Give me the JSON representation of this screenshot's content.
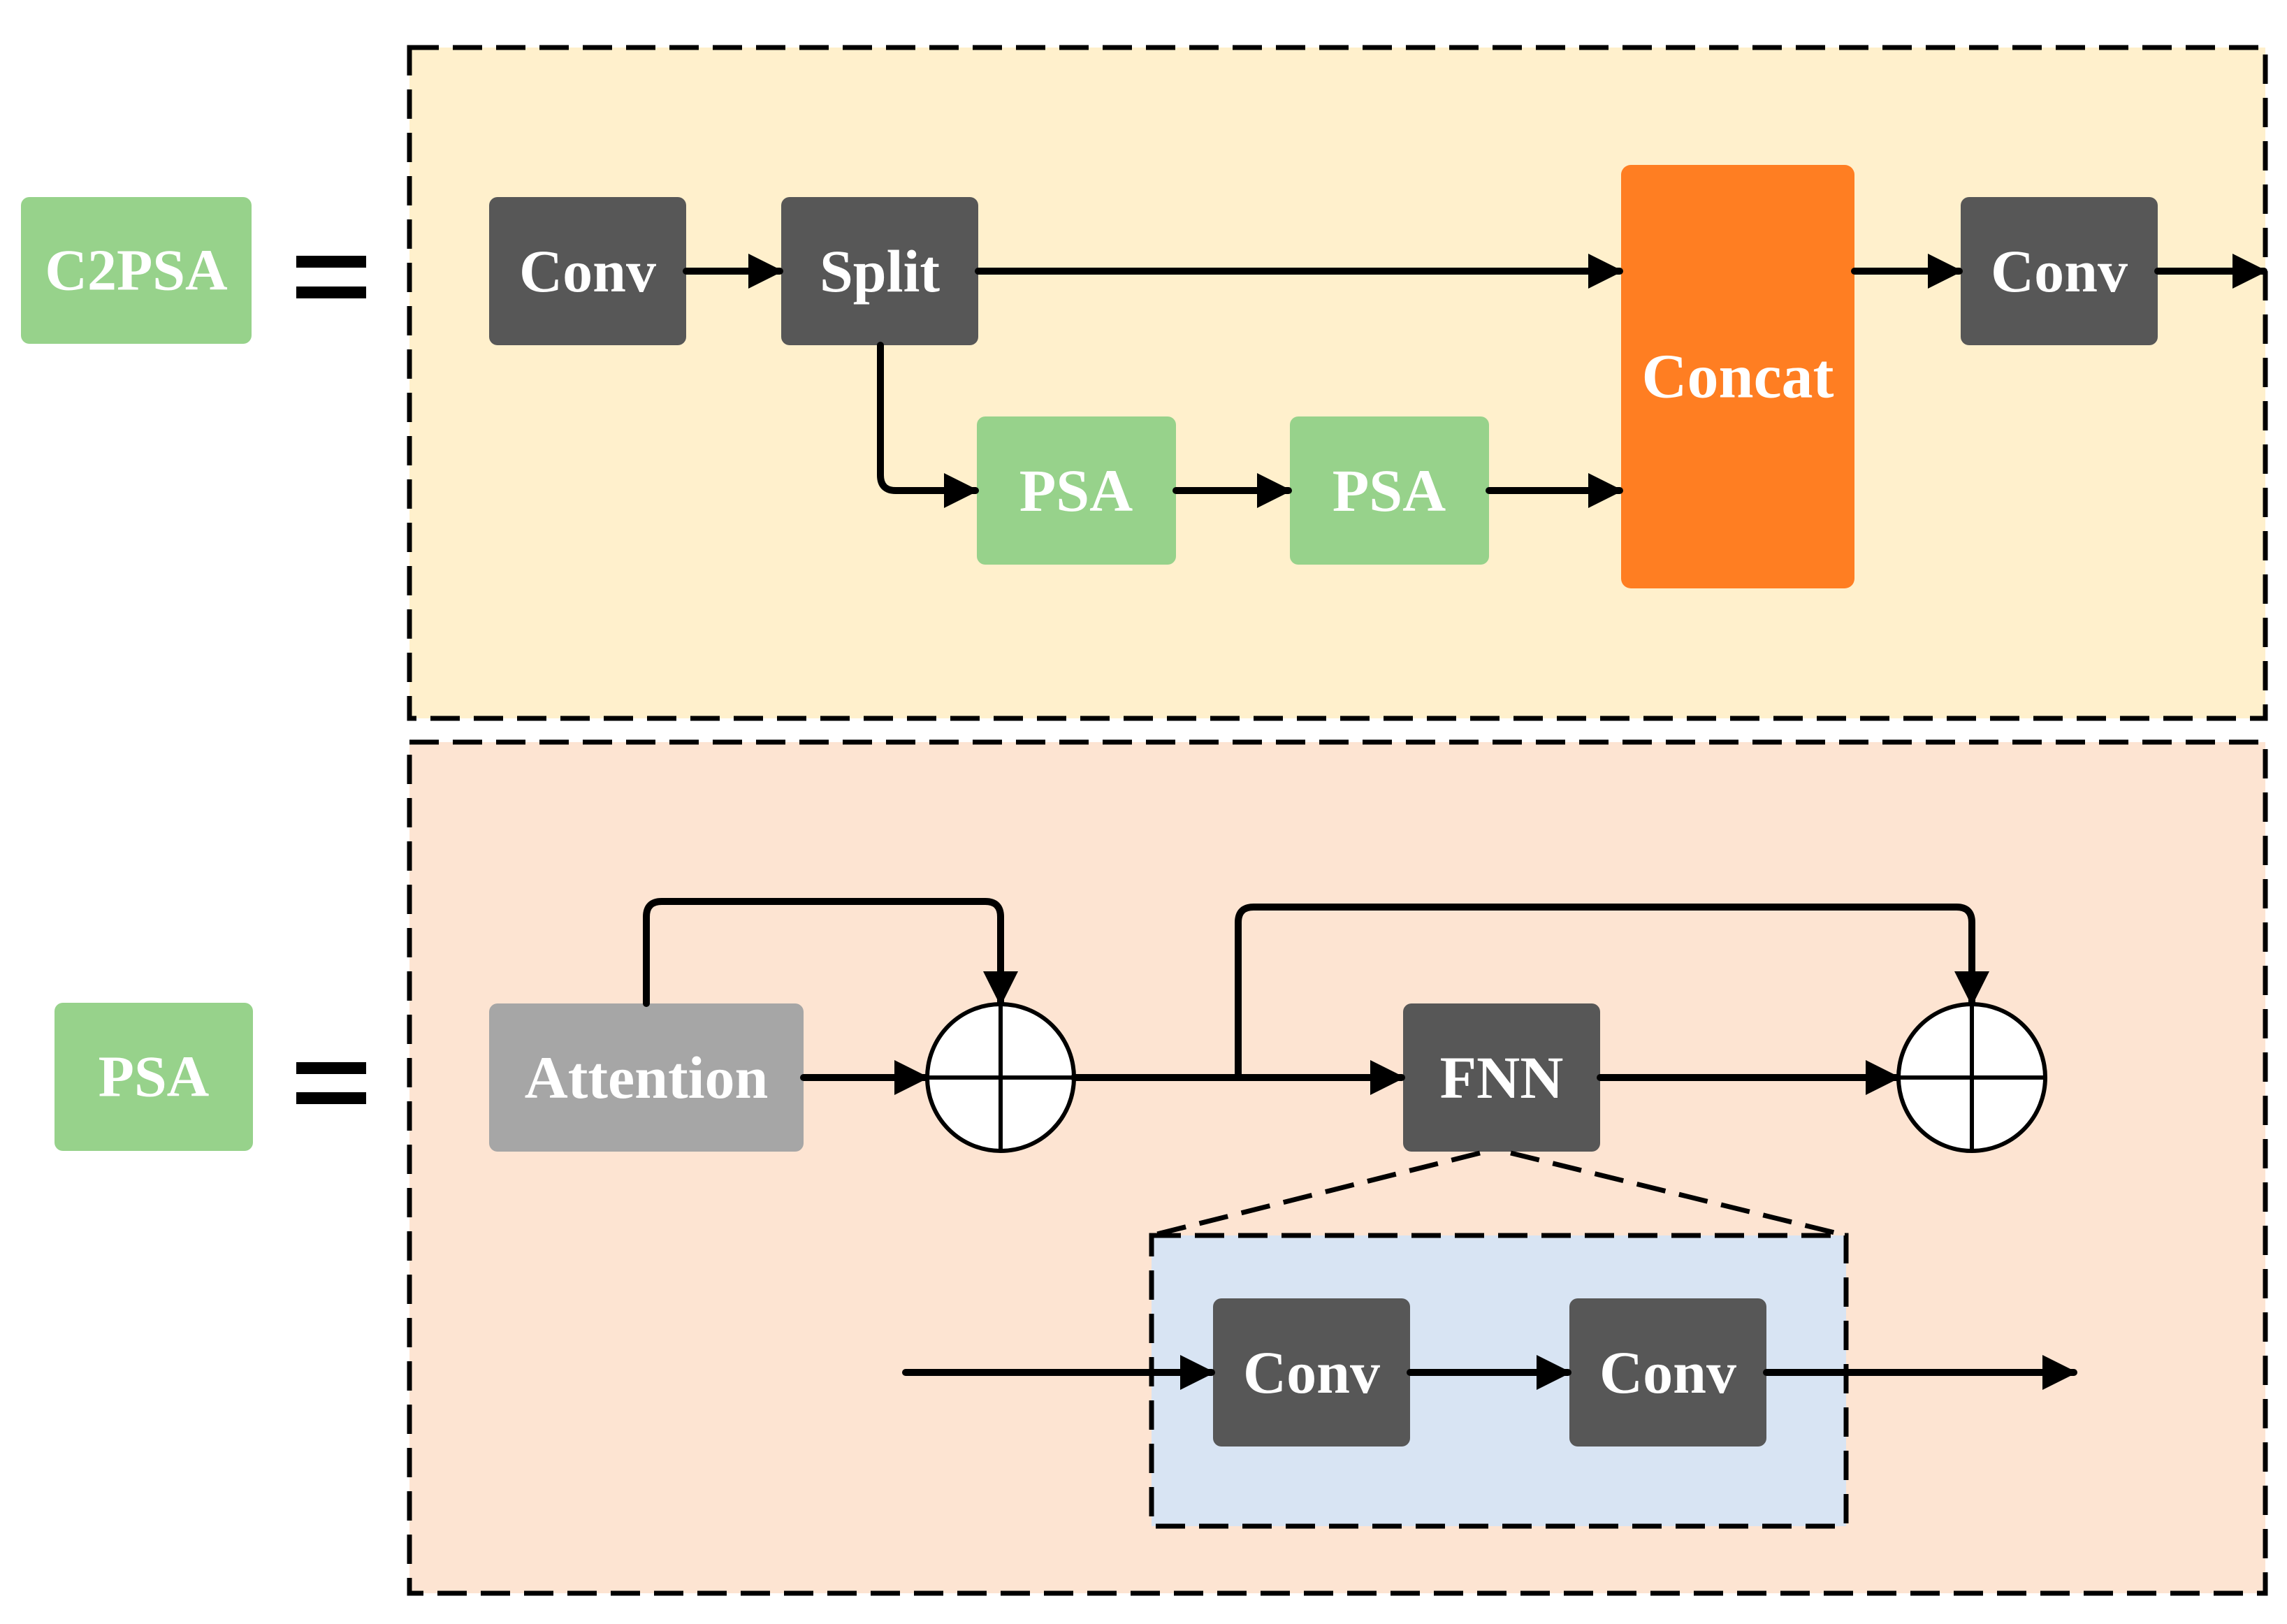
{
  "c2psa": {
    "label": "C2PSA",
    "equals": "=",
    "conv_in": "Conv",
    "split": "Split",
    "psa_1": "PSA",
    "psa_2": "PSA",
    "concat": "Concat",
    "conv_out": "Conv"
  },
  "psa": {
    "label": "PSA",
    "equals": "=",
    "attention": "Attention",
    "fnn": "FNN",
    "fnn_detail": {
      "conv_1": "Conv",
      "conv_2": "Conv"
    }
  },
  "colors": {
    "c2psa_panel": "#fff0cc",
    "psa_panel": "#fde4d2",
    "fnn_panel": "#d8e4f3",
    "dark_block": "#575757",
    "attention_block": "#a6a6a6",
    "green_block": "#97d28b",
    "concat_block": "#ff7e22"
  }
}
